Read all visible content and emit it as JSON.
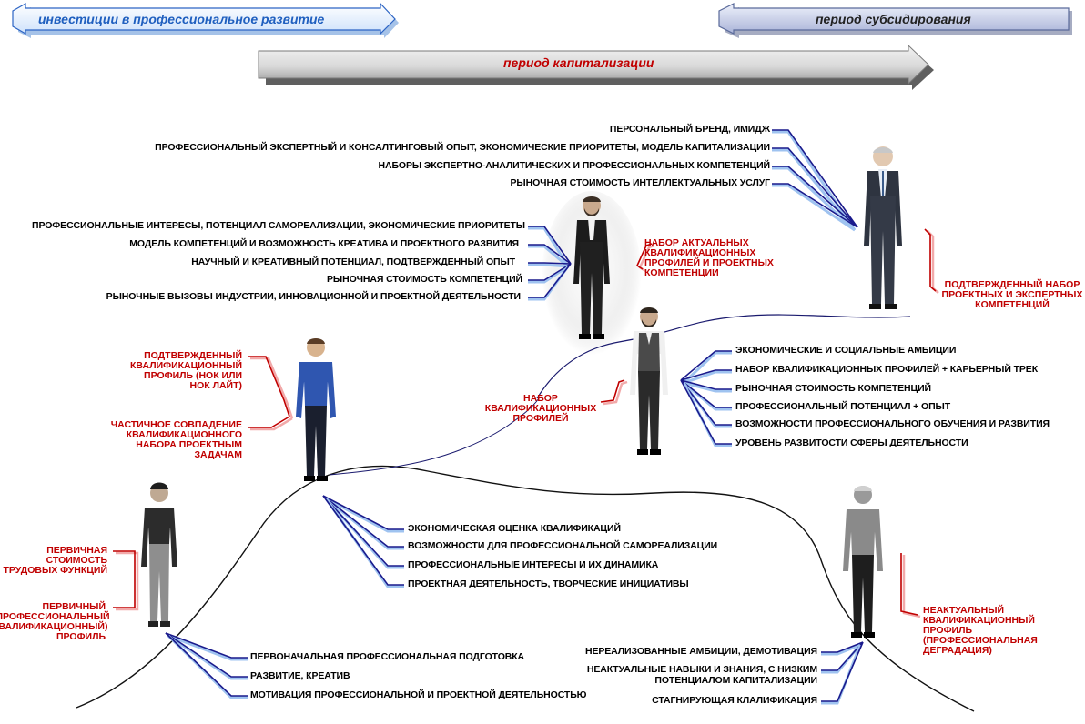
{
  "banners": {
    "investments": "инвестиции в профессиональное развитие",
    "subsidy": "период субсидирования",
    "capitalization": "период капитализации"
  },
  "colors": {
    "accent_red": "#c00000",
    "line_blue": "#1a1a8c",
    "shadow_blue": "#9fc3f0",
    "banner_blue": "#1f5fbf",
    "banner_gray": "#808080"
  },
  "groups": {
    "expert": [
      "ПЕРСОНАЛЬНЫЙ БРЕНД, ИМИДЖ",
      "ПРОФЕССИОНАЛЬНЫЙ ЭКСПЕРТНЫЙ И КОНСАЛТИНГОВЫЙ ОПЫТ, ЭКОНОМИЧЕСКИЕ ПРИОРИТЕТЫ, МОДЕЛЬ КАПИТАЛИЗАЦИИ",
      "НАБОРЫ ЭКСПЕРТНО-АНАЛИТИЧЕСКИХ И ПРОФЕССИОНАЛЬНЫХ  КОМПЕТЕНЦИЙ",
      "РЫНОЧНАЯ СТОИМОСТЬ ИНТЕЛЛЕКТУАЛЬНЫХ УСЛУГ"
    ],
    "creative": [
      "ПРОФЕССИОНАЛЬНЫЕ ИНТЕРЕСЫ, ПОТЕНЦИАЛ САМОРЕАЛИЗАЦИИ, ЭКОНОМИЧЕСКИЕ ПРИОРИТЕТЫ",
      "МОДЕЛЬ КОМПЕТЕНЦИЙ И ВОЗМОЖНОСТЬ КРЕАТИВА И ПРОЕКТНОГО РАЗВИТИЯ",
      "НАУЧНЫЙ И КРЕАТИВНЫЙ ПОТЕНЦИАЛ, ПОДТВЕРЖДЕННЫЙ ОПЫТ",
      "РЫНОЧНАЯ СТОИМОСТЬ КОМПЕТЕНЦИЙ",
      "РЫНОЧНЫЕ ВЫЗОВЫ ИНДУСТРИИ, ИННОВАЦИОННОЙ И ПРОЕКТНОЙ ДЕЯТЕЛЬНОСТИ"
    ],
    "vest": [
      "ЭКОНОМИЧЕСКИЕ И СОЦИАЛЬНЫЕ АМБИЦИИ",
      "НАБОР КВАЛИФИКАЦИОННЫХ ПРОФИЛЕЙ + КАРЬЕРНЫЙ ТРЕК",
      "РЫНОЧНАЯ СТОИМОСТЬ КОМПЕТЕНЦИЙ",
      "ПРОФЕССИОНАЛЬНЫЙ ПОТЕНЦИАЛ + ОПЫТ",
      "ВОЗМОЖНОСТИ ПРОФЕССИОНАЛЬНОГО ОБУЧЕНИЯ И РАЗВИТИЯ",
      "УРОВЕНЬ РАЗВИТОСТИ СФЕРЫ ДЕЯТЕЛЬНОСТИ"
    ],
    "blue": [
      "ЭКОНОМИЧЕСКАЯ ОЦЕНКА  КВАЛИФИКАЦИЙ",
      "ВОЗМОЖНОСТИ ДЛЯ ПРОФЕССИОНАЛЬНОЙ САМОРЕАЛИЗАЦИИ",
      "ПРОФЕССИОНАЛЬНЫЕ ИНТЕРЕСЫ И ИХ ДИНАМИКА",
      "ПРОЕКТНАЯ ДЕЯТЕЛЬНОСТЬ, ТВОРЧЕСКИЕ ИНИЦИАТИВЫ"
    ],
    "young": [
      "ПЕРВОНАЧАЛЬНАЯ ПРОФЕССИОНАЛЬНАЯ ПОДГОТОВКА",
      "РАЗВИТИЕ, КРЕАТИВ",
      "МОТИВАЦИЯ ПРОФЕССИОНАЛЬНОЙ И ПРОЕКТНОЙ  ДЕЯТЕЛЬНОСТЬЮ"
    ],
    "old": [
      "НЕРЕАЛИЗОВАННЫЕ АМБИЦИИ, ДЕМОТИВАЦИЯ",
      "НЕАКТУАЛЬНЫЕ НАВЫКИ И ЗНАНИЯ, С НИЗКИМ ПОТЕНЦИАЛОМ КАПИТАЛИЗАЦИИ",
      "СТАГНИРУЮЩАЯ КЛАЛИФИКАЦИЯ"
    ]
  },
  "red_labels": {
    "expert_confirmed": "ПОДТВЕРЖДЕННЫЙ НАБОР ПРОЕКТНЫХ И ЭКСПЕРТНЫХ КОМПЕТЕНЦИЙ",
    "creative_set": "НАБОР  АКТУАЛЬНЫХ КВАЛИФИКАЦИОННЫХ ПРОФИЛЕЙ И ПРОЕКТНЫХ КОМПЕТЕНЦИИ",
    "vest_set": "НАБОР КВАЛИФИКАЦИОННЫХ ПРОФИЛЕЙ",
    "blue_confirmed": "ПОДТВЕРЖДЕННЫЙ КВАЛИФИКАЦИОННЫЙ ПРОФИЛЬ (НОК ИЛИ НОК ЛАЙТ)",
    "blue_partial": "ЧАСТИЧНОЕ СОВПАДЕНИЕ КВАЛИФИКАЦИОННОГО НАБОРА ПРОЕКТНЫМ ЗАДАЧАМ",
    "young_cost": "ПЕРВИЧНАЯ СТОИМОСТЬ ТРУДОВЫХ ФУНКЦИЙ",
    "young_profile": "ПЕРВИЧНЫЙ (ПРОФЕССИОНАЛЬНЫЙ КВАЛИФИКАЦИОННЫЙ) ПРОФИЛЬ",
    "old_profile": "НЕАКТУАЛЬНЫЙ КВАЛИФИКАЦИОННЫЙ ПРОФИЛЬ (ПРОФЕССИОНАЛЬНАЯ ДЕГРАДАЦИЯ)"
  }
}
